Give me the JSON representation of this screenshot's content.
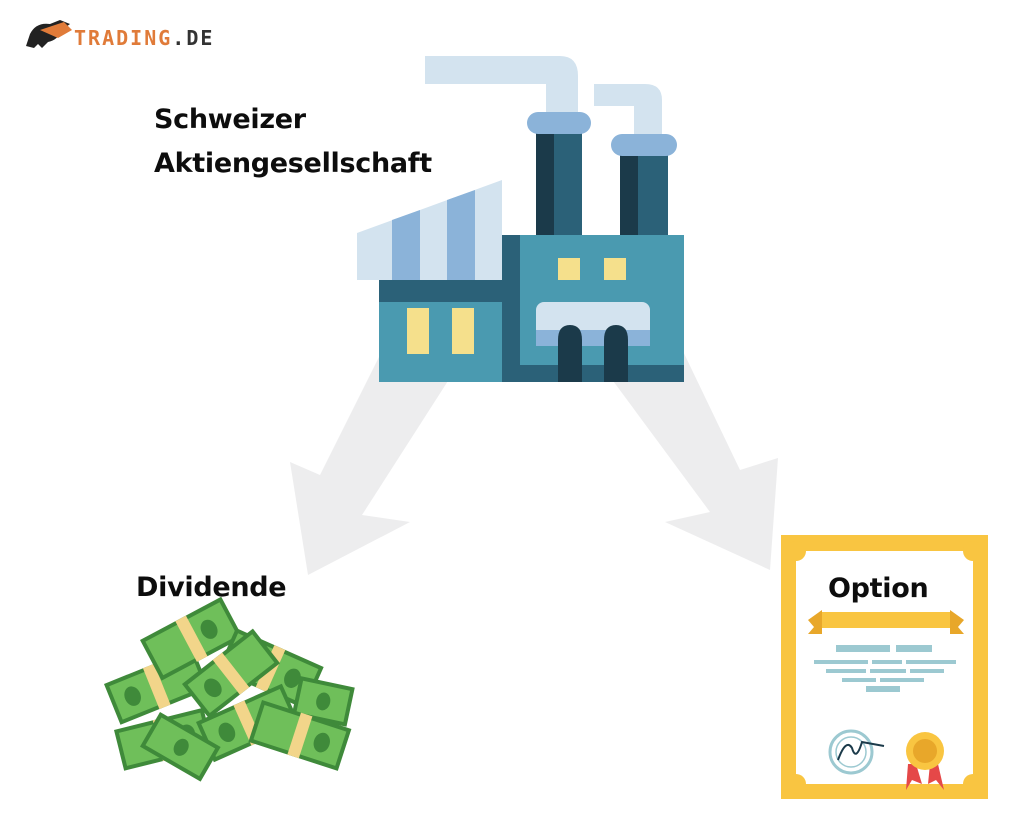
{
  "brand": {
    "name_prefix": "TRADING",
    "name_suffix": ".DE",
    "colors": {
      "accent": "#e07b39",
      "dark": "#333333"
    }
  },
  "labels": {
    "company_line1": "Schweizer",
    "company_line2": "Aktiengesellschaft",
    "dividend": "Dividende",
    "option": "Option"
  },
  "icons": {
    "logo": "bull-icon",
    "company": "factory-icon",
    "dividend": "money-stack-icon",
    "option": "certificate-icon"
  },
  "colors": {
    "arrow": "#ededee",
    "factory_main": "#4a9ab0",
    "factory_dark": "#2b6178",
    "factory_darker": "#1b3a4a",
    "pipe_light": "#d3e3ef",
    "roof_blue": "#8bb3d9",
    "window": "#f5e08c",
    "cert_border": "#f9c541",
    "cert_ribbon": "#f9c541",
    "cert_line": "#9cc9d1",
    "money_green": "#5aa84a",
    "money_band": "#f2d58a"
  }
}
